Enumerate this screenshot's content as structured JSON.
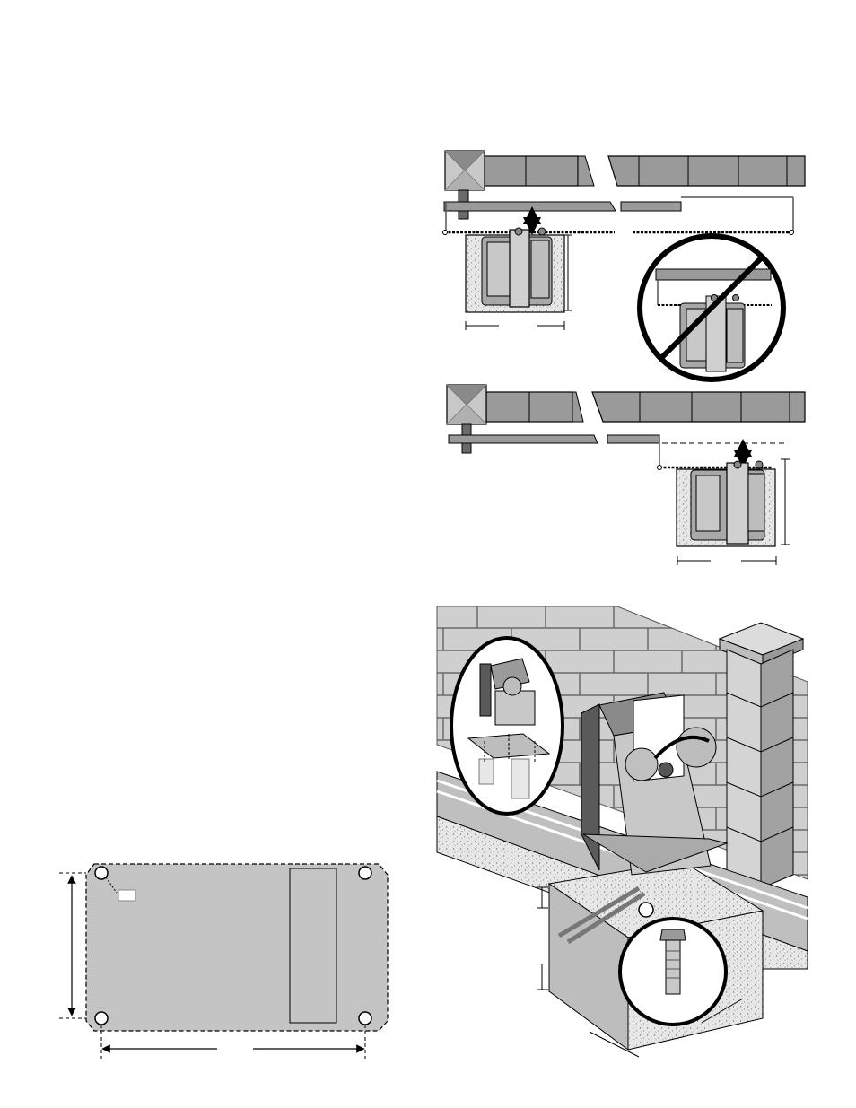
{
  "page": {
    "background": "#ffffff"
  },
  "diagrams": {
    "top_correct_mount": {
      "desc_icon": "gate-operator-top-view"
    },
    "prohibited_mount": {
      "desc_icon": "prohibited-circle-slash-icon",
      "accent": "#000000"
    },
    "lower_correct_mount": {
      "desc_icon": "gate-operator-top-view"
    },
    "perspective_install": {
      "desc_icon": "operator-on-concrete-pad"
    },
    "base_plate_template": {
      "desc_icon": "mounting-plate-template"
    }
  },
  "colors": {
    "wall_gray": "#9a9a9a",
    "post_light": "#c8c8c8",
    "plate_gray": "#c4c4c4",
    "concrete": "#d8d8d8",
    "line": "#000000"
  }
}
